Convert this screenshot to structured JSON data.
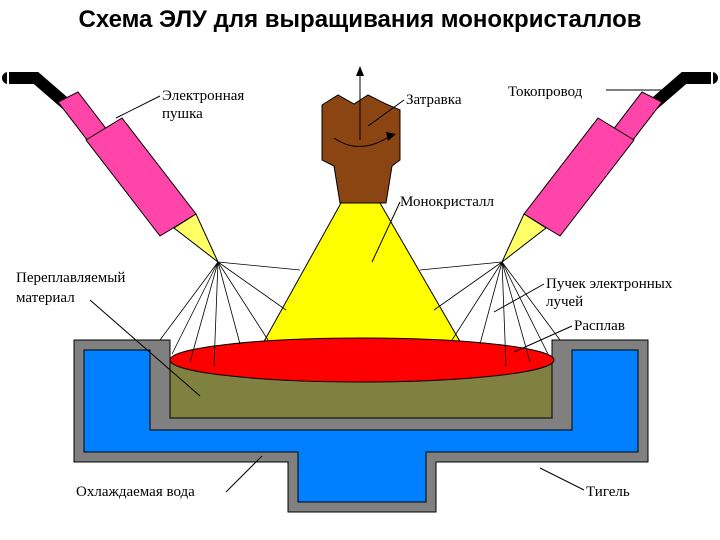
{
  "title": "Схема ЭЛУ для выращивания монокристаллов",
  "labels": {
    "electron_gun_line1": "Электронная",
    "electron_gun_line2": "пушка",
    "seed": "Затравка",
    "current_lead": "Токопровод",
    "single_crystal": "Монокристалл",
    "remelted_material_line1": "Переплавляемый",
    "remelted_material_line2": "материал",
    "electron_beam_line1": "Пучек электронных",
    "electron_beam_line2": "лучей",
    "melt": "Расплав",
    "cooling_water": "Охлаждаемая вода",
    "crucible": "Тигель"
  },
  "colors": {
    "gun": "#ff44aa",
    "cable": "#000000",
    "seed": "#8b4513",
    "crystal": "#ffff00",
    "melt": "#ff0000",
    "material": "#808040",
    "crucible_wall": "#808080",
    "water": "#0080ff",
    "beam_cone": "#ffff66"
  }
}
